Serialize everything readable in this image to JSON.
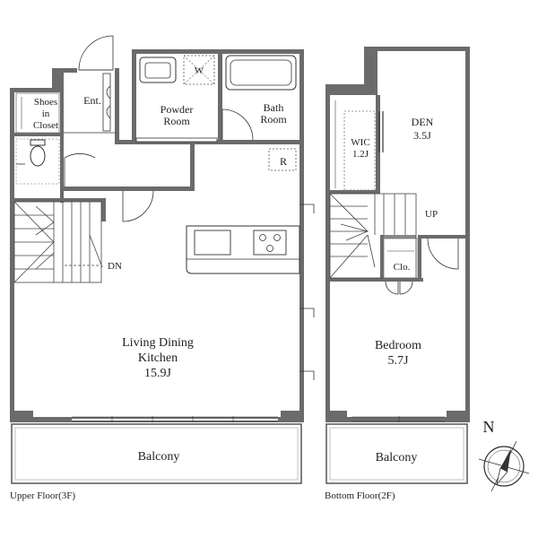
{
  "upper": {
    "shoes_closet": [
      "Shoes",
      "in",
      "Closet"
    ],
    "entrance": "Ent.",
    "washer": "W",
    "powder_room": [
      "Powder",
      "Room"
    ],
    "bath_room": [
      "Bath",
      "Room"
    ],
    "refrigerator": "R",
    "stairs_down": "DN",
    "ldk": [
      "Living Dining",
      "Kitchen",
      "15.9J"
    ],
    "balcony": "Balcony",
    "caption": "Upper Floor(3F)"
  },
  "lower": {
    "den": [
      "DEN",
      "3.5J"
    ],
    "wic": [
      "WIC",
      "1.2J"
    ],
    "stairs_up": "UP",
    "closet": "Clo.",
    "bedroom": [
      "Bedroom",
      "5.7J"
    ],
    "balcony": "Balcony",
    "caption": "Bottom Floor(2F)"
  },
  "compass": {
    "north": "N"
  }
}
